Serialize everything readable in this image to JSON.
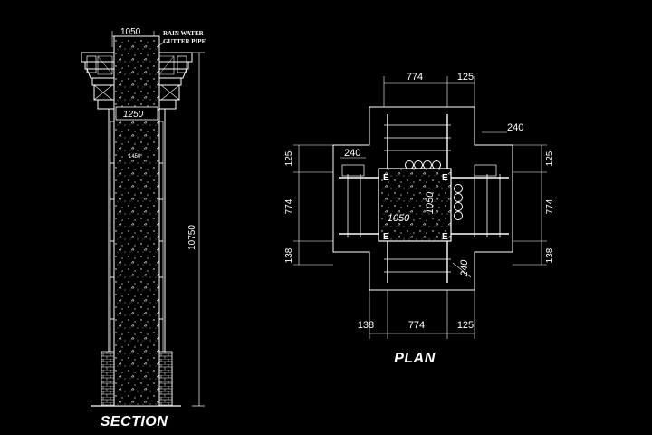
{
  "section": {
    "title": "SECTION",
    "top_dim": "1050",
    "note_line1": "RAIN WATER",
    "note_line2": "GUTTER PIPE",
    "inner_dim_1": "1250",
    "inner_dim_2": "1450",
    "height_dim": "10750"
  },
  "plan": {
    "title": "PLAN",
    "top_dim_a": "774",
    "top_dim_b": "125",
    "right_top_dim": "240",
    "left_top_dim": "240",
    "left_dims": [
      "125",
      "774",
      "138"
    ],
    "right_dims": [
      "125",
      "774",
      "138"
    ],
    "bottom_dims": [
      "138",
      "774",
      "125"
    ],
    "center_h_dim": "1050",
    "center_v_dim": "1050",
    "lower_right_dim": "240",
    "corner_mark": "E"
  },
  "colors": {
    "background": "#000000",
    "lines": "#ffffff"
  }
}
